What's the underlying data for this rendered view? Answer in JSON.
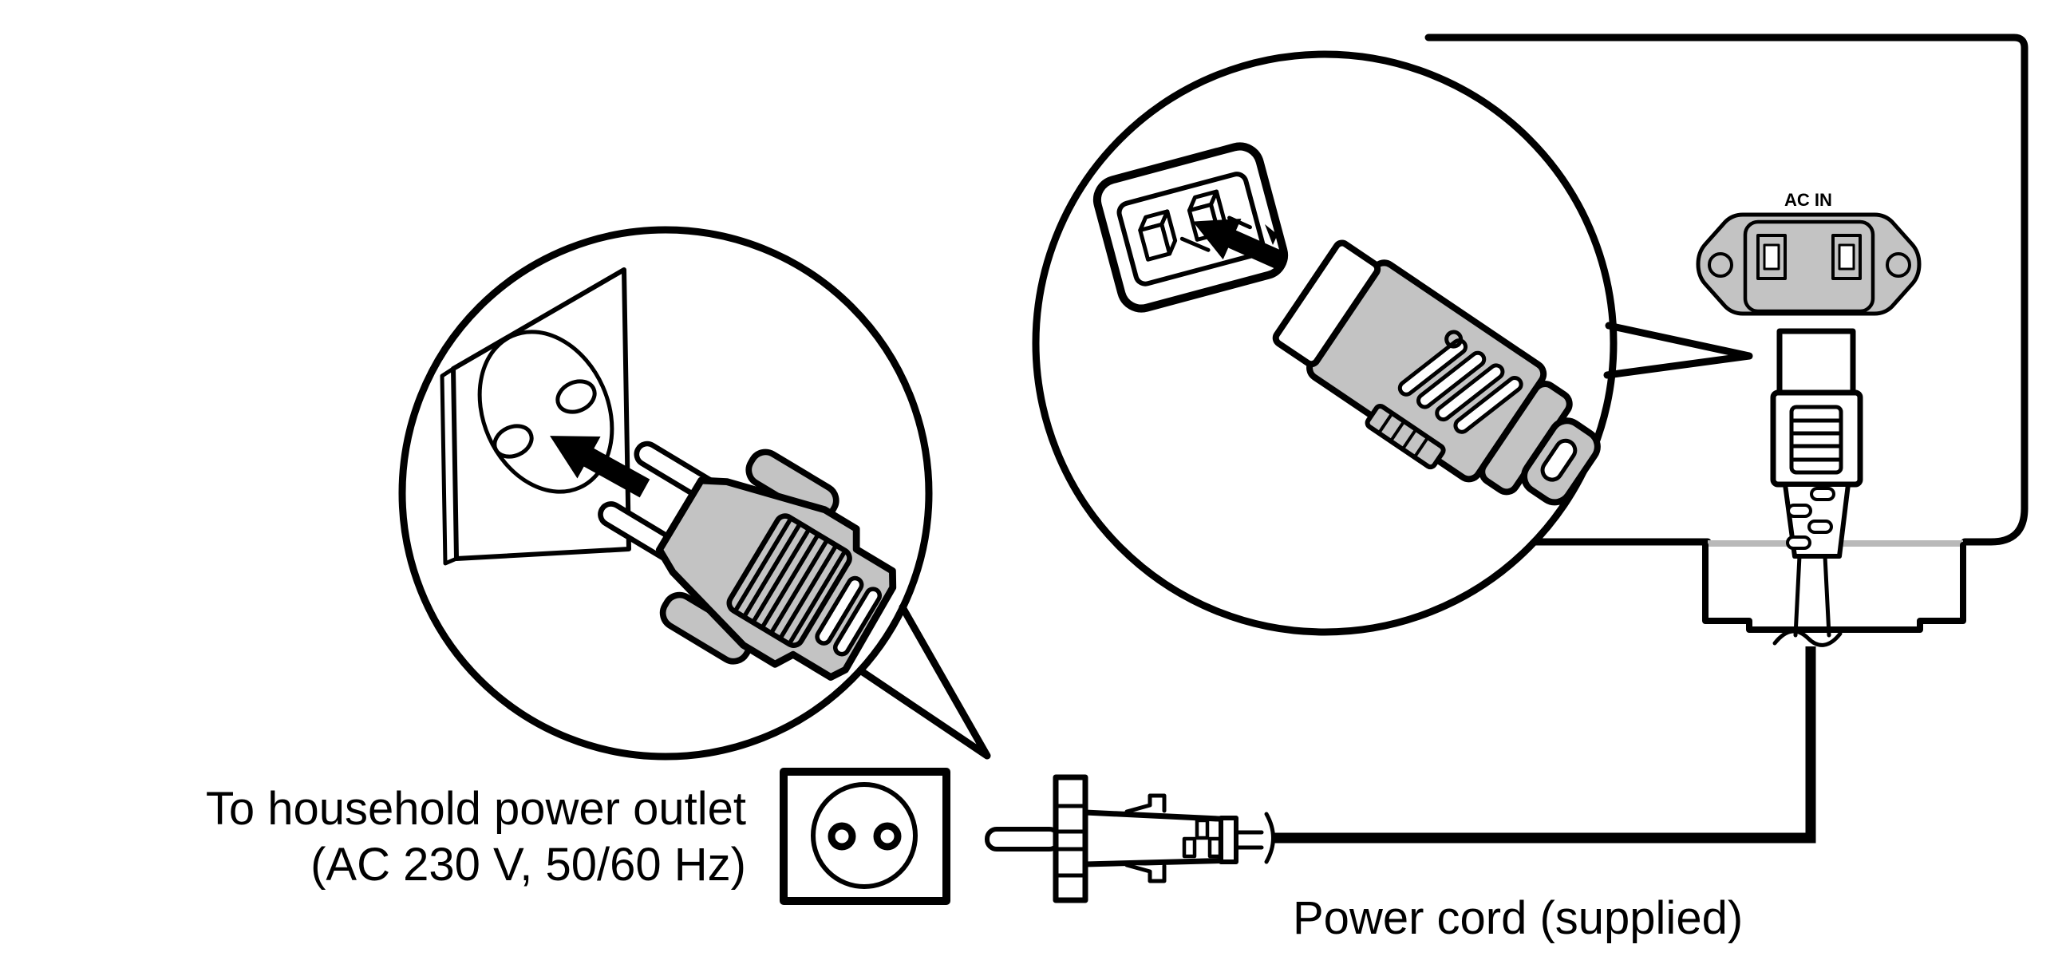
{
  "labels": {
    "ac_in": "AC IN",
    "household_outlet_line1": "To household power outlet",
    "household_outlet_line2": "(AC 230 V, 50/60 Hz)",
    "power_cord": "Power cord (supplied)"
  },
  "colors": {
    "outline": "#000000",
    "background": "#ffffff",
    "device_gray": "#c3c3c3",
    "panel_edge_gray": "#b9b9b9"
  }
}
